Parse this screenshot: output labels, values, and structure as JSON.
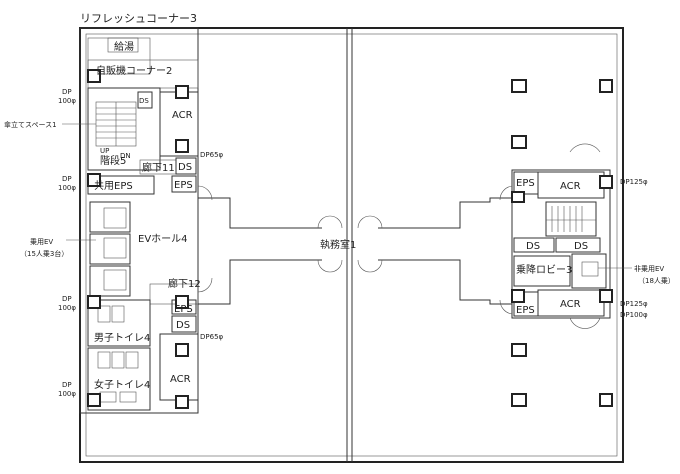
{
  "title": "リフレッシュコーナー3",
  "rooms": {
    "kyuto": "給湯",
    "vending": "自販機コーナー2",
    "acr_l1": "ACR",
    "acr_l2": "ACR",
    "acr_r1": "ACR",
    "acr_r2": "ACR",
    "eps_common": "共用EPS",
    "eps_l1": "EPS",
    "eps_l2": "EPS",
    "eps_r1": "EPS",
    "eps_r2": "EPS",
    "ds_l1": "DS",
    "ds_l2": "DS",
    "ds_l3": "DS",
    "ds_r1": "DS",
    "ds_r2": "DS",
    "stair": "階段5",
    "up": "UP",
    "dn": "DN",
    "corr11": "廊下11",
    "corr12": "廊下12",
    "ev_hall": "EVホール4",
    "office": "執務室1",
    "lobby": "乗降ロビー3",
    "toilet_m": "男子トイレ4",
    "toilet_f": "女子トイレ4"
  },
  "callouts": {
    "umbrella": "傘立てスペース1",
    "ev_passenger": "乗用EV",
    "ev_passenger_sub": "（15人乗3台）",
    "ev_freight": "非乗用EV",
    "ev_freight_sub": "（18人乗）"
  },
  "dp_labels": {
    "dp1": "DP",
    "dp1b": "100φ",
    "dp2": "DP",
    "dp2b": "100φ",
    "dp3": "DP",
    "dp3b": "100φ",
    "dp4": "DP",
    "dp4b": "100φ",
    "dp65a": "DP65φ",
    "dp65b": "DP65φ",
    "dp125a": "DP125φ",
    "dp125b": "DP125φ",
    "dp100r": "DP100φ"
  }
}
